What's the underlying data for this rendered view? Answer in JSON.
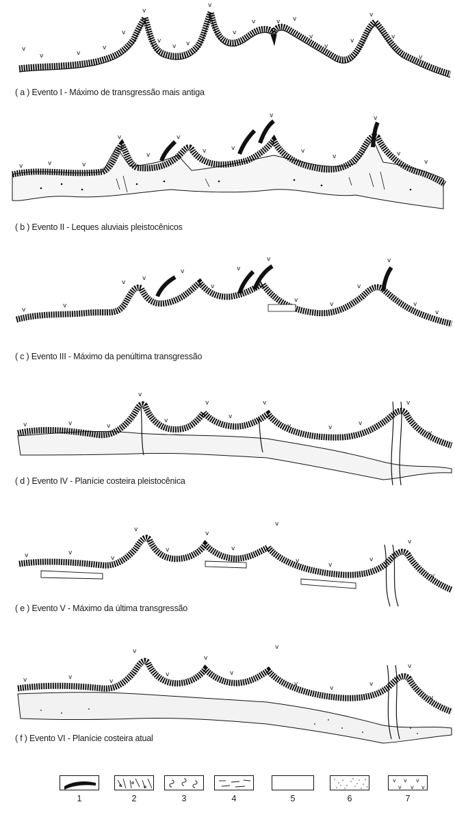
{
  "panels": [
    {
      "caption": "( a ) Evento I - Máximo de transgressão mais antiga"
    },
    {
      "caption": "( b ) Evento II - Leques aluviais pleistocênicos"
    },
    {
      "caption": "( c ) Evento III - Máximo da penúltima transgressão"
    },
    {
      "caption": "( d ) Evento IV - Planície costeira pleistocênica"
    },
    {
      "caption": "( e ) Evento V - Máximo da última transgressão"
    },
    {
      "caption": "( f ) Evento VI - Planície costeira atual"
    }
  ],
  "legend": [
    {
      "number": "1",
      "pattern": "cliff-hatch"
    },
    {
      "number": "2",
      "pattern": "alluvial-fan"
    },
    {
      "number": "3",
      "pattern": "lagoon-shells"
    },
    {
      "number": "4",
      "pattern": "marsh-dashes"
    },
    {
      "number": "5",
      "pattern": "blank"
    },
    {
      "number": "6",
      "pattern": "sand-dots"
    },
    {
      "number": "7",
      "pattern": "vegetation-marks"
    }
  ]
}
